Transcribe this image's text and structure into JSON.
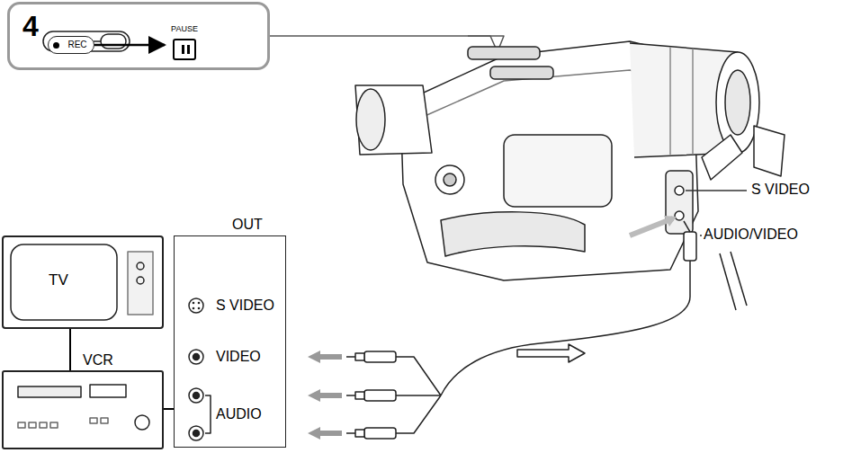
{
  "diagram": {
    "nodes": [
      {
        "text": [
          "4"
        ]
      },
      {
        "text": [
          "REC"
        ],
        "in": 0
      },
      {
        "text": [
          "PAUSE"
        ],
        "in": 0
      },
      {
        "text": [
          "TV"
        ]
      },
      {
        "text": [
          "VCR"
        ]
      },
      {
        "text": [
          "OUT",
          "S VIDEO",
          "VIDEO",
          "AUDIO"
        ]
      }
    ],
    "edges": [
      {
        "from": 1,
        "to": 2,
        "arrow": "to"
      },
      {
        "from": 3,
        "to": 4,
        "arrow": "none"
      },
      {
        "from": 4,
        "to": 5,
        "arrow": "none"
      }
    ],
    "labels": [
      "S VIDEO",
      "AUDIO/VIDEO"
    ]
  }
}
